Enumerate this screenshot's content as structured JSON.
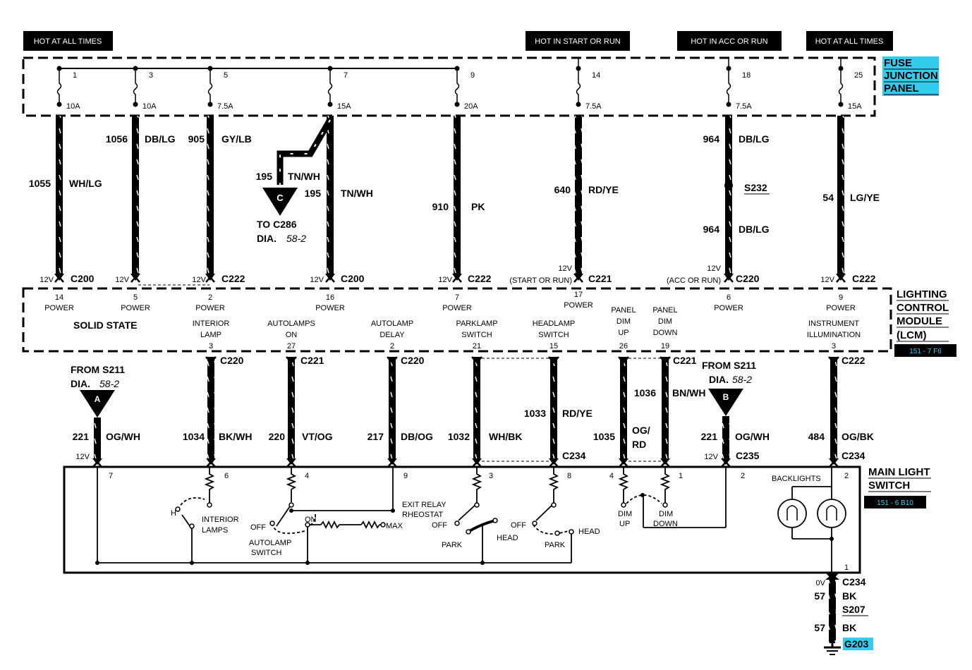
{
  "hot_labels": {
    "left": "HOT AT ALL TIMES",
    "start_run": "HOT IN START OR RUN",
    "acc_run": "HOT IN ACC OR RUN",
    "right": "HOT AT ALL TIMES"
  },
  "fuse_panel": {
    "title_line1": "FUSE",
    "title_line2": "JUNCTION",
    "title_line3": "PANEL",
    "highlight_color": "#33ccee"
  },
  "fuses": [
    {
      "num": "1",
      "amp": "10A"
    },
    {
      "num": "3",
      "amp": "10A"
    },
    {
      "num": "5",
      "amp": "7.5A"
    },
    {
      "num": "7",
      "amp": "15A"
    },
    {
      "num": "9",
      "amp": "20A"
    },
    {
      "num": "14",
      "amp": "7.5A"
    },
    {
      "num": "18",
      "amp": "7.5A"
    },
    {
      "num": "25",
      "amp": "15A"
    }
  ],
  "upper_wires": {
    "w1055": {
      "num": "1055",
      "color": "WH/LG"
    },
    "w1056": {
      "num": "1056",
      "color": "DB/LG"
    },
    "w905": {
      "num": "905",
      "color": "GY/LB"
    },
    "w195a": {
      "num": "195",
      "color": "TN/WH"
    },
    "w195b": {
      "num": "195",
      "color": "TN/WH"
    },
    "w910": {
      "num": "910",
      "color": "PK"
    },
    "w640": {
      "num": "640",
      "color": "RD/YE"
    },
    "w964a": {
      "num": "964",
      "color": "DB/LG"
    },
    "w964b": {
      "num": "964",
      "color": "DB/LG"
    },
    "w54": {
      "num": "54",
      "color": "LG/YE"
    },
    "s232": "S232"
  },
  "connector_c": {
    "letter": "C",
    "to_line1": "TO C286",
    "dia": "DIA.",
    "dia_ref": "58-2"
  },
  "lcm_connectors_top": {
    "c200a": "C200",
    "c222a": "C222",
    "c200b": "C200",
    "c222b": "C222",
    "c221": "C221",
    "c220": "C220",
    "c222c": "C222"
  },
  "voltage": {
    "v12": "12V",
    "start_run": "(START OR RUN)",
    "acc_run": "(ACC OR RUN)",
    "v0": "0V"
  },
  "lcm": {
    "title_line1": "LIGHTING",
    "title_line2": "CONTROL",
    "title_line3": "MODULE",
    "title_line4": "(LCM)",
    "ref": "151 - 7 F6",
    "solid_state": "SOLID STATE",
    "top_pins": [
      {
        "pin": "14",
        "name": "POWER"
      },
      {
        "pin": "5",
        "name": "POWER"
      },
      {
        "pin": "2",
        "name": "POWER"
      },
      {
        "pin": "16",
        "name": "POWER"
      },
      {
        "pin": "7",
        "name": "POWER"
      },
      {
        "pin": "17",
        "name": "POWER"
      },
      {
        "pin": "6",
        "name": "POWER"
      },
      {
        "pin": "9",
        "name": "POWER"
      }
    ],
    "bottom_pins": [
      {
        "pin": "3",
        "l1": "INTERIOR",
        "l2": "LAMP"
      },
      {
        "pin": "27",
        "l1": "AUTOLAMPS",
        "l2": "ON"
      },
      {
        "pin": "2",
        "l1": "AUTOLAMP",
        "l2": "DELAY"
      },
      {
        "pin": "21",
        "l1": "PARKLAMP",
        "l2": "SWITCH"
      },
      {
        "pin": "15",
        "l1": "HEADLAMP",
        "l2": "SWITCH"
      },
      {
        "pin": "26",
        "l1": "PANEL",
        "l2": "DIM",
        "l3": "UP"
      },
      {
        "pin": "19",
        "l1": "PANEL",
        "l2": "DIM",
        "l3": "DOWN"
      },
      {
        "pin": "3",
        "l1": "INSTRUMENT",
        "l2": "ILLUMINATION"
      }
    ]
  },
  "lower_connectors": {
    "c220a": "C220",
    "c221": "C221",
    "c220b": "C220",
    "c222": "C222",
    "c234a": "C234",
    "c235": "C235",
    "c234b": "C234"
  },
  "from_s211_a": {
    "line1": "FROM S211",
    "dia": "DIA.",
    "ref": "58-2",
    "letter": "A"
  },
  "from_s211_b": {
    "line1": "FROM S211",
    "dia": "DIA.",
    "ref": "58-2",
    "letter": "B"
  },
  "lower_wires": {
    "w221a": {
      "num": "221",
      "color": "OG/WH"
    },
    "w1034": {
      "num": "1034",
      "color": "BK/WH"
    },
    "w220": {
      "num": "220",
      "color": "VT/OG"
    },
    "w217": {
      "num": "217",
      "color": "DB/OG"
    },
    "w1032": {
      "num": "1032",
      "color": "WH/BK"
    },
    "w1033": {
      "num": "1033",
      "color": "RD/YE"
    },
    "w1035": {
      "num": "1035",
      "color_l1": "OG/",
      "color_l2": "RD"
    },
    "w1036": {
      "num": "1036",
      "color": "BN/WH"
    },
    "w221b": {
      "num": "221",
      "color": "OG/WH"
    },
    "w484": {
      "num": "484",
      "color": "OG/BK"
    }
  },
  "main_switch": {
    "title_line1": "MAIN LIGHT",
    "title_line2": "SWITCH",
    "ref": "151 - 6 B10",
    "pins": [
      "7",
      "6",
      "4",
      "9",
      "3",
      "8",
      "4",
      "1",
      "2",
      "2",
      "1"
    ],
    "h": "H",
    "interior_l1": "INTERIOR",
    "interior_l2": "LAMPS",
    "off": "OFF",
    "on": "ON",
    "autolamp_l1": "AUTOLAMP",
    "autolamp_l2": "SWITCH",
    "exit_l1": "EXIT RELAY",
    "exit_l2": "RHEOSTAT",
    "max": "MAX",
    "off2": "OFF",
    "park": "PARK",
    "off3": "OFF",
    "head": "HEAD",
    "park2": "PARK",
    "head2": "HEAD",
    "dim_l1": "DIM",
    "dim_up": "UP",
    "dim_l2": "DIM",
    "dim_down": "DOWN",
    "backlights": "BACKLIGHTS"
  },
  "ground": {
    "c234": "C234",
    "bk1": "BK",
    "num57a": "57",
    "s207": "S207",
    "num57b": "57",
    "bk2": "BK",
    "g203": "G203"
  }
}
